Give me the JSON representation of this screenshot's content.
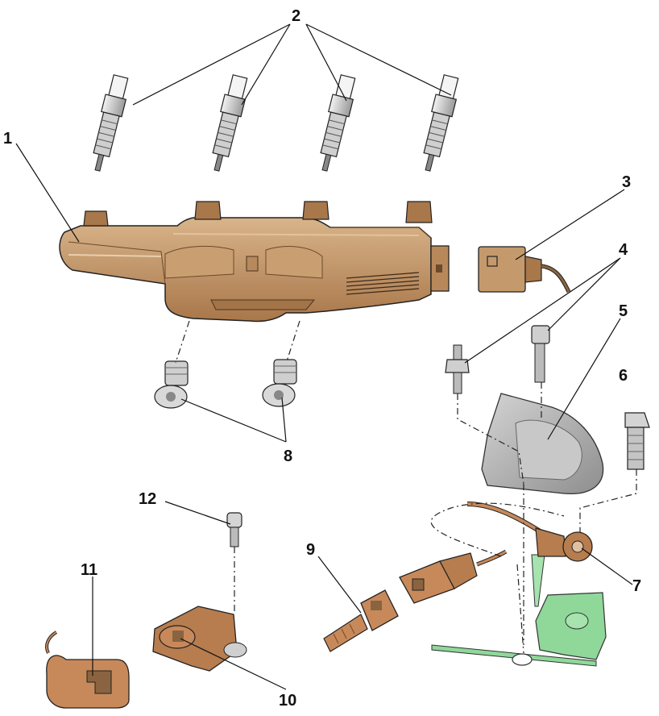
{
  "diagram": {
    "colors": {
      "coil": "#c49a6c",
      "coil_dark": "#8a6440",
      "plug_steel": "#cfcfcf",
      "plug_dark": "#555555",
      "shield": "#b8b8b8",
      "engine_green": "#8fd89a",
      "sensor_tan": "#c8895a",
      "line": "#222222"
    },
    "callouts": [
      {
        "id": "1",
        "text": "1"
      },
      {
        "id": "2",
        "text": "2"
      },
      {
        "id": "3",
        "text": "3"
      },
      {
        "id": "4",
        "text": "4"
      },
      {
        "id": "5",
        "text": "5"
      },
      {
        "id": "6",
        "text": "6"
      },
      {
        "id": "7",
        "text": "7"
      },
      {
        "id": "8",
        "text": "8"
      },
      {
        "id": "9",
        "text": "9"
      },
      {
        "id": "10",
        "text": "10"
      },
      {
        "id": "11",
        "text": "11"
      },
      {
        "id": "12",
        "text": "12"
      }
    ]
  }
}
